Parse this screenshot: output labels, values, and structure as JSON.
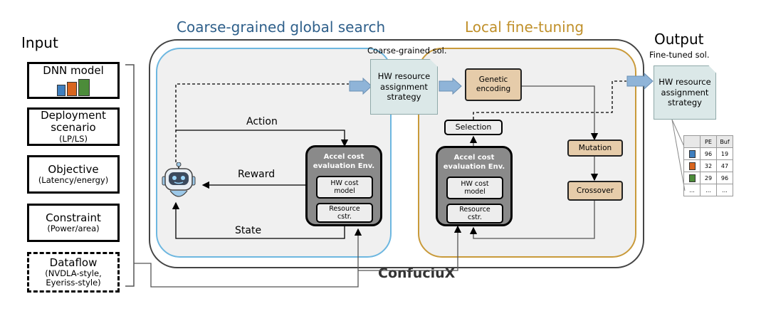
{
  "titles": {
    "input": "Input",
    "coarse": "Coarse-grained global search",
    "local": "Local fine-tuning",
    "output": "Output",
    "framework": "ConfuciuX"
  },
  "colors": {
    "coarse_title": "#2e5f8a",
    "local_title": "#c0902a",
    "coarse_border": "#6db7e0",
    "local_border": "#c99a3a",
    "arrow_fill": "#8fb4d8",
    "tan_box": "#e6ccaa"
  },
  "inputs": [
    {
      "title": "DNN model",
      "sub": ""
    },
    {
      "title": "Deployment scenario",
      "sub": "(LP/LS)"
    },
    {
      "title": "Objective",
      "sub": "(Latency/energy)"
    },
    {
      "title": "Constraint",
      "sub": "(Power/area)"
    },
    {
      "title": "Dataflow",
      "sub": "(NVDLA-style, Eyeriss-style)"
    }
  ],
  "coarse": {
    "sol_label": "Coarse-grained sol.",
    "strategy": "HW resource assignment strategy",
    "action": "Action",
    "reward": "Reward",
    "state": "State",
    "agent_icon": "robot-icon",
    "env_title": "Accel cost evaluation Env.",
    "hw_cost": "HW cost model",
    "resource": "Resource cstr."
  },
  "local": {
    "genetic": "Genetic encoding",
    "selection": "Selection",
    "mutation": "Mutation",
    "crossover": "Crossover",
    "env_title": "Accel cost evaluation Env.",
    "hw_cost": "HW cost model",
    "resource": "Resource cstr."
  },
  "output": {
    "sol_label": "Fine-tuned sol.",
    "strategy": "HW resource assignment strategy"
  },
  "table": {
    "headers": [
      "",
      "PE",
      "Buf"
    ],
    "rows": [
      {
        "color": "#3f7fbf",
        "pe": "96",
        "buf": "19"
      },
      {
        "color": "#d9661f",
        "pe": "32",
        "buf": "47"
      },
      {
        "color": "#4c8c3a",
        "pe": "29",
        "buf": "96"
      },
      {
        "color": "",
        "pe": "...",
        "buf": "..."
      }
    ],
    "first_cell_last_row": "..."
  }
}
